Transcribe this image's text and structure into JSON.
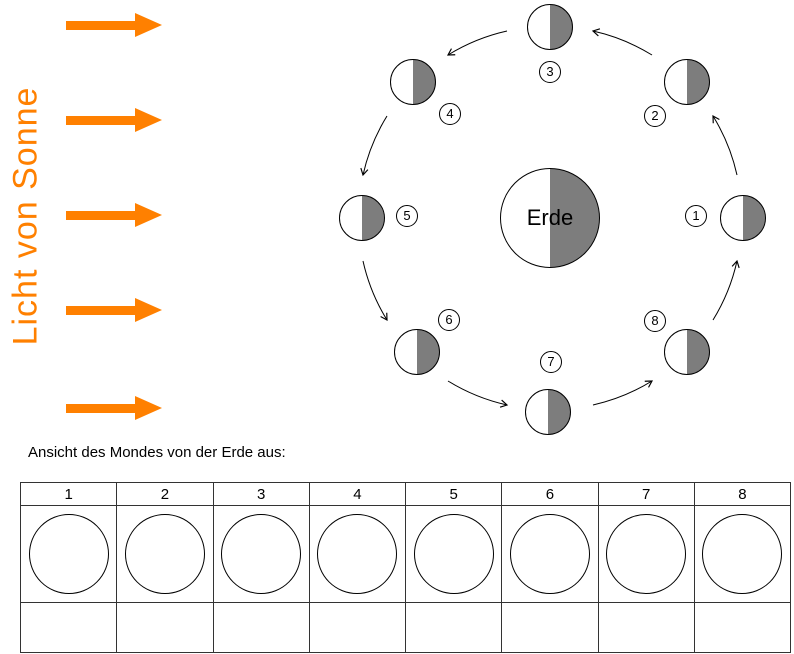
{
  "sun": {
    "label": "Licht von Sonne",
    "color": "#ff8000",
    "ray_count": 5
  },
  "diagram": {
    "earth_label": "Erde",
    "moon_numbers": [
      "1",
      "2",
      "3",
      "4",
      "5",
      "6",
      "7",
      "8"
    ],
    "colors": {
      "dark_half": "#7d7d7d",
      "outline": "#000000"
    }
  },
  "caption": "Ansicht des Mondes von der Erde aus:",
  "table": {
    "headers": [
      "1",
      "2",
      "3",
      "4",
      "5",
      "6",
      "7",
      "8"
    ]
  }
}
